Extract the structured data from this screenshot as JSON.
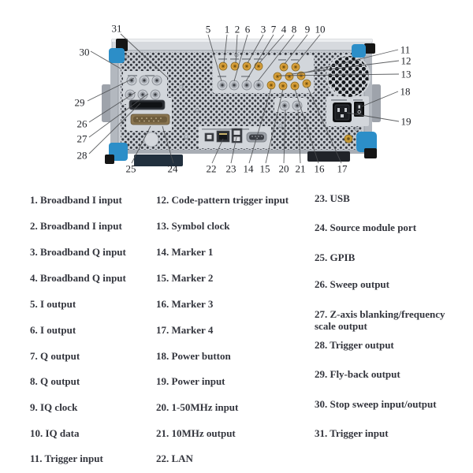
{
  "diagram": {
    "title": "Instrument rear panel with numbered callouts",
    "callouts": {
      "c1": "1",
      "c2": "2",
      "c3": "3",
      "c4": "4",
      "c5": "5",
      "c6": "6",
      "c7": "7",
      "c8": "8",
      "c9": "9",
      "c10": "10",
      "c11": "11",
      "c12": "12",
      "c13": "13",
      "c14": "14",
      "c15": "15",
      "c16": "16",
      "c17": "17",
      "c18": "18",
      "c19": "19",
      "c20": "20",
      "c21": "21",
      "c22": "22",
      "c23": "23",
      "c24": "24",
      "c25": "25",
      "c26": "26",
      "c27": "27",
      "c28": "28",
      "c29": "29",
      "c30": "30",
      "c31": "31"
    }
  },
  "legend": {
    "col1": [
      "1. Broadband I input",
      "2. Broadband I input",
      "3. Broadband Q input",
      "4. Broadband Q input",
      "5. I output",
      "6. I output",
      "7. Q output",
      "8. Q output",
      "9. IQ clock",
      "10. IQ data",
      "11. Trigger input"
    ],
    "col2": [
      "12. Code-pattern trigger input",
      "13. Symbol clock",
      "14. Marker 1",
      "15. Marker 2",
      "16. Marker 3",
      "17. Marker 4",
      "18. Power button",
      "19. Power input",
      "20. 1-50MHz input",
      "21. 10MHz output",
      "22. LAN"
    ],
    "col3": [
      "23. USB",
      "24. Source module port",
      "25. GPIB",
      "26. Sweep output",
      "27. Z-axis blanking/frequency\nscale output",
      "28. Trigger output",
      "29. Fly-back output",
      "30. Stop sweep input/output",
      "31. Trigger input"
    ]
  },
  "colors": {
    "panel": "#c9cdd3",
    "bumper_blue": "#2c8ec8",
    "connector_gold": "#d8a03c",
    "connector_silver": "#c6cad0",
    "legend_text": "#33353d"
  }
}
